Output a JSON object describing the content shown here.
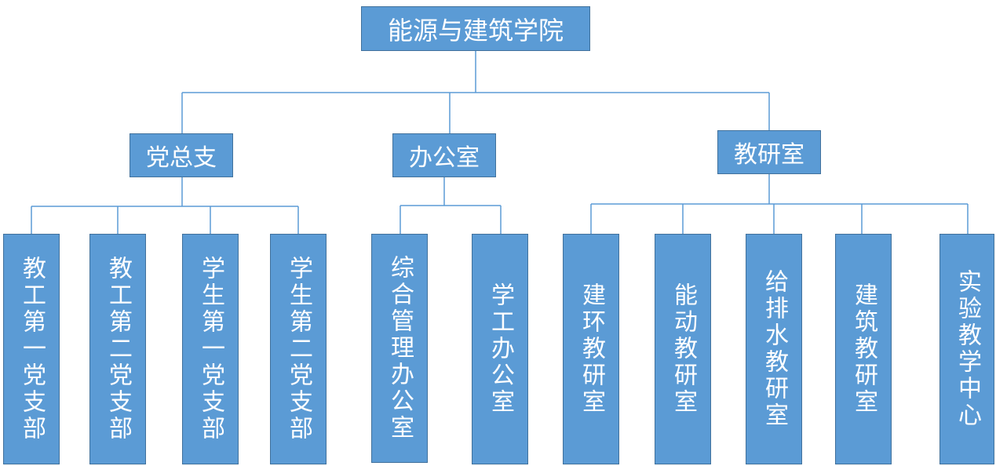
{
  "root": {
    "label": "能源与建筑学院"
  },
  "groups": [
    {
      "label": "党总支",
      "children": [
        "教工第一党支部",
        "教工第二党支部",
        "学生第一党支部",
        "学生第二党支部"
      ]
    },
    {
      "label": "办公室",
      "children": [
        "综合管理办公室",
        "学工办公室"
      ]
    },
    {
      "label": "教研室",
      "children": [
        "建环教研室",
        "能动教研室",
        "给排水教研室",
        "建筑教研室",
        "实验教学中心"
      ]
    }
  ],
  "colors": {
    "box_fill": "#5b9bd5",
    "box_border": "#41719c",
    "connector": "#5b9bd5",
    "text": "#ffffff"
  }
}
